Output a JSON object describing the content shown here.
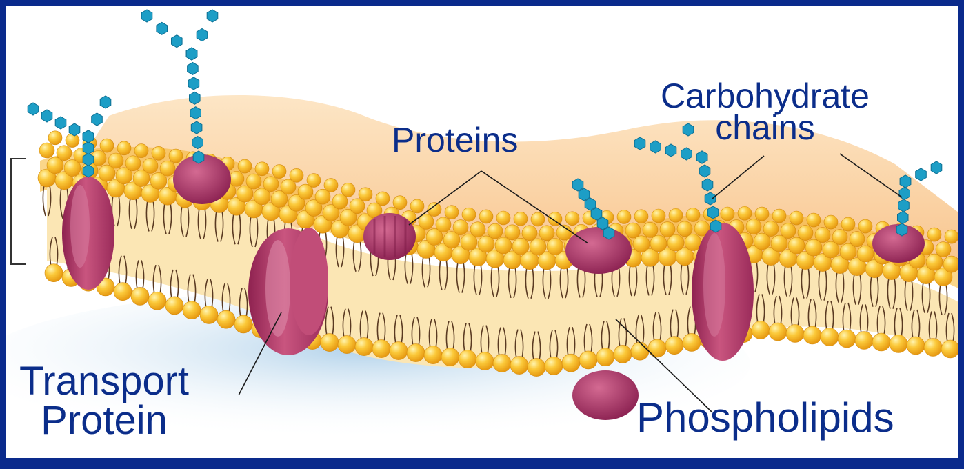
{
  "diagram": {
    "labels": {
      "proteins": "Proteins",
      "carbohydrate_line1": "Carbohydrate",
      "carbohydrate_line2": "chains",
      "transport_line1": "Transport",
      "transport_line2": "Protein",
      "phospholipids": "Phospholipids"
    },
    "colors": {
      "border": "#0a2a8c",
      "label_text": "#0b2d8a",
      "lipid_head": "#f7b51e",
      "protein": "#b23a6e",
      "sugar": "#1d9ec6",
      "membrane_core": "#fbe6b4"
    }
  }
}
